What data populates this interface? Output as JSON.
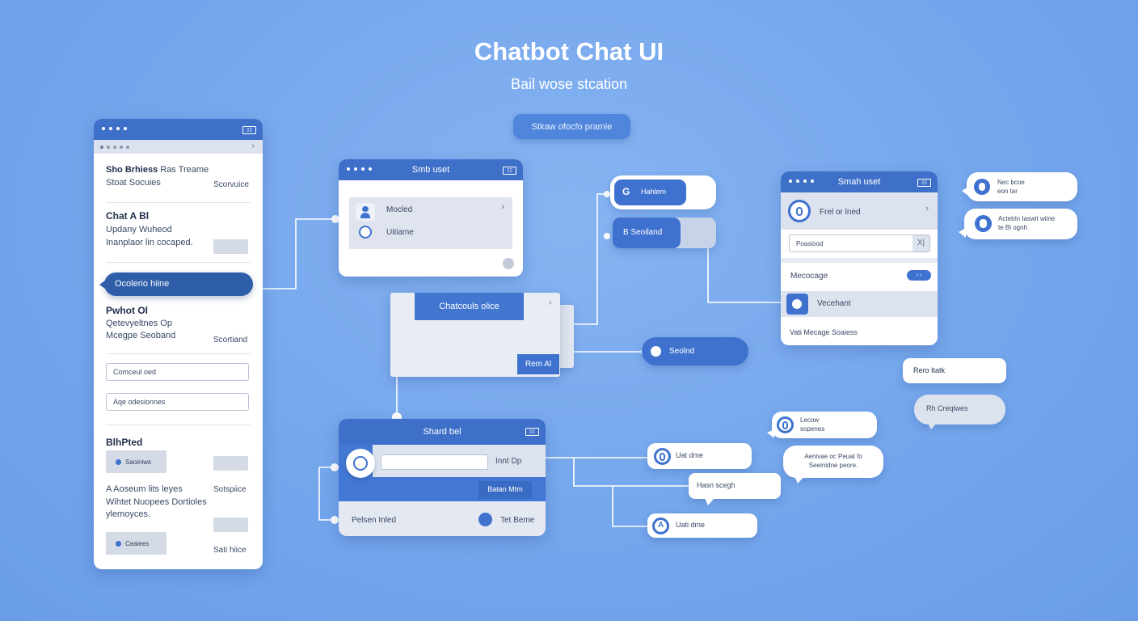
{
  "header": {
    "title": "Chatbot Chat UI",
    "subtitle": "Bail wose stcation",
    "pill": "Stkaw ofocfo pramie"
  },
  "left_panel": {
    "row1_a": "Sho Brhiess",
    "row1_b": "Ras Treame",
    "row1_c": "Stoat Socuies",
    "row1_right": "Scorvuice",
    "section2_title": "Chat A Bl",
    "section2_l1": "Updany Wuheod",
    "section2_l2": "Inanplaor lin cocaped.",
    "callout": "Ocolerio hiine",
    "section3_title": "Pwhot Ol",
    "section3_l1": "Qetevyeltnes Op",
    "section3_l2": "Mcegpe Seoband",
    "section3_right": "Scortiand",
    "field1": "Comceul oed",
    "field2": "Aqe odesionnes",
    "section4_title": "BlhPted",
    "btn1": "Saoiniws",
    "section4_l1": "A Aoseum lits leyes",
    "section4_l1_right": "Sotspiice",
    "section4_l2": "Wihtet Nuopees Dortioles",
    "section4_l3": "ylemoyces.",
    "btn2": "Ceaiees",
    "footer_right": "Sati hiice"
  },
  "center_top": {
    "title": "Smb uset",
    "item1": "Mocled",
    "item2": "Uitiame"
  },
  "center_mid": {
    "bar": "Chatcouls olice",
    "button": "Rem Al"
  },
  "center_bottom": {
    "title": "Shard bel",
    "input_label": "Innt Dp",
    "send": "Batan Mtm",
    "footer_left": "Pelsen Inled",
    "footer_right": "Tet Beme"
  },
  "mid_bubbles": {
    "b1": "Hahlem",
    "b2": "B Seoiland",
    "b3": "Seolnd"
  },
  "right_window": {
    "title": "Smah uset",
    "row1": "Frel or lned",
    "input": "Poasiood",
    "row3": "Mecocage",
    "row4": "Vecehant",
    "row5": "Vati Mecage Soaiess"
  },
  "right_bubbles": {
    "b1_l1": "Nec bcoe",
    "b1_l2": "eon tar",
    "b2_l1": "Actetrin Iaswit wiine",
    "b2_l2": "te Bl ognh",
    "b3": "Rero Itatk",
    "b4": "Rh Creqlwes"
  },
  "bottom_bubbles": {
    "b1": "Uat dme",
    "b2": "Hasn scegh",
    "b3": "Uati dme",
    "b4_l1": "Lecow",
    "b4_l2": "sopenes",
    "b5_l1": "Aenivae oc Peuat fo",
    "b5_l2": "Seeinidne peore."
  },
  "icons": {
    "avatar": "user-icon",
    "radio": "circle-icon",
    "send": "send-icon"
  },
  "colors": {
    "background": "#74a6ec",
    "accent": "#3f72cf",
    "window_bar": "#3e70c9"
  }
}
